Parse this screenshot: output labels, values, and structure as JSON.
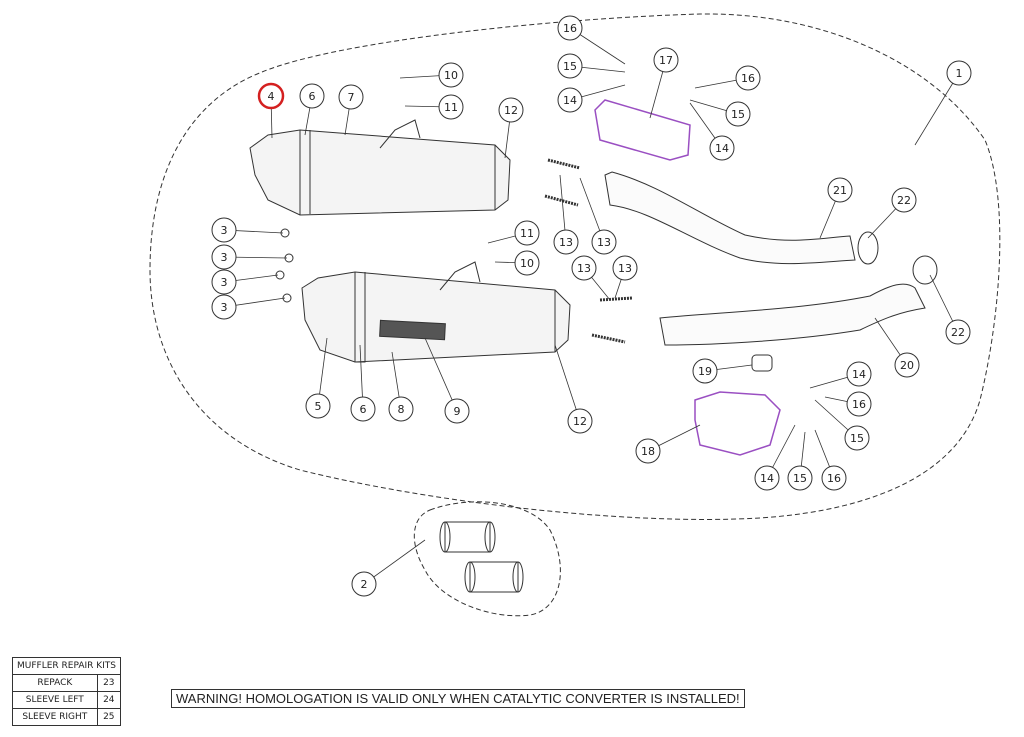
{
  "callouts": [
    "1",
    "4",
    "6",
    "7",
    "10",
    "11",
    "12",
    "16",
    "15",
    "14",
    "17",
    "16",
    "15",
    "14",
    "3",
    "3",
    "3",
    "3",
    "11",
    "10",
    "13",
    "13",
    "13",
    "13",
    "21",
    "22",
    "22",
    "20",
    "19",
    "14",
    "16",
    "15",
    "18",
    "14",
    "15",
    "16",
    "5",
    "6",
    "8",
    "9",
    "12",
    "2"
  ],
  "highlight_callout": "4",
  "colors": {
    "highlight": "#d42020",
    "accent_parts": "#9a4fc2",
    "line": "#333333"
  },
  "repair_kits": {
    "title": "MUFFLER REPAIR KITS",
    "rows": [
      {
        "label": "REPACK",
        "code": "23"
      },
      {
        "label": "SLEEVE LEFT",
        "code": "24"
      },
      {
        "label": "SLEEVE RIGHT",
        "code": "25"
      }
    ]
  },
  "warning": "WARNING! HOMOLOGATION IS VALID ONLY WHEN CATALYTIC CONVERTER IS INSTALLED!"
}
